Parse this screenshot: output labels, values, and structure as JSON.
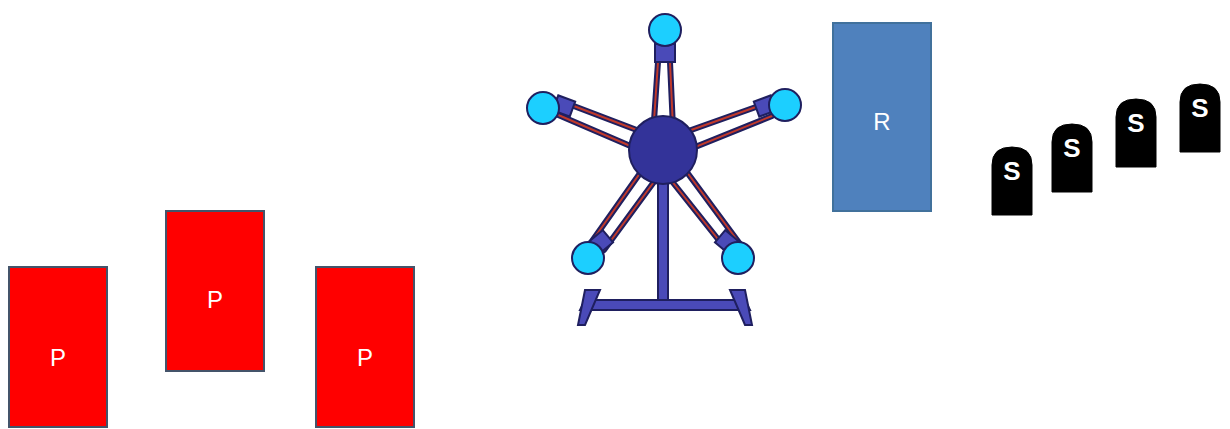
{
  "diagram": {
    "nodes": [
      {
        "text": [
          "P"
        ]
      },
      {
        "text": [
          "P"
        ]
      },
      {
        "text": [
          "P"
        ]
      },
      {
        "text": [
          "R"
        ]
      },
      {
        "text": [
          "S"
        ]
      },
      {
        "text": [
          "S"
        ]
      },
      {
        "text": [
          "S"
        ]
      },
      {
        "text": [
          "S"
        ]
      }
    ]
  }
}
